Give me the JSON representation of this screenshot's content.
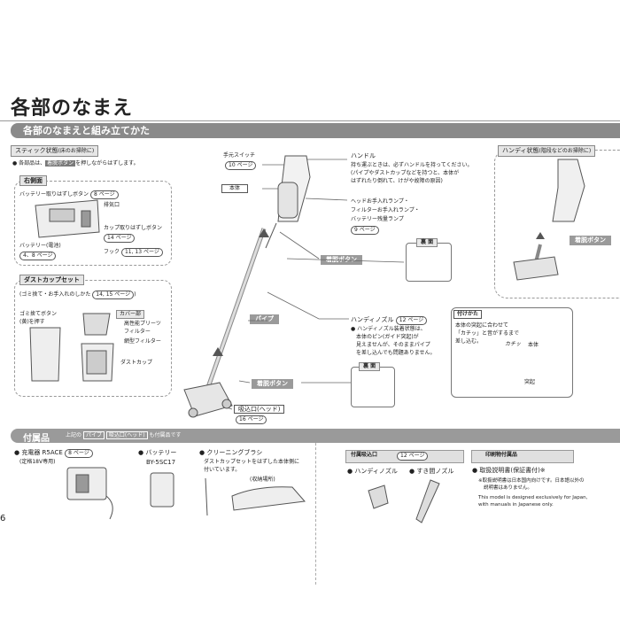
{
  "page_title": "各部のなまえ",
  "section1": {
    "heading": "各部のなまえと組み立てかた"
  },
  "stick": {
    "tab": "スティック状態",
    "tab_note": "(床のお掃除に)",
    "bullet_pre": "● 各部品は、",
    "bullet_btn": "着脱ボタン",
    "bullet_post": "を押しながらはずします。"
  },
  "right_side": {
    "tab": "右側面",
    "battery_release": "バッテリー取りはずしボタン",
    "battery_release_page": "8",
    "exhaust": "排気口",
    "cup_release": "カップ取りはずしボタン",
    "cup_release_page": "14",
    "battery": "バッテリー(電池)",
    "battery_pages": "4、8",
    "hook": "フック",
    "hook_pages": "11, 13"
  },
  "dust_cup": {
    "tab": "ダストカップセット",
    "note_pre": "(ゴミ捨て・お手入れのしかた",
    "note_pages": "14, 15",
    "note_post": ")",
    "gomi_button_line1": "ゴミ捨てボタン",
    "gomi_button_line2": "(黄)を押す",
    "cover": "カバー部",
    "filter_line1": "高性能プリーツ",
    "filter_line2": "フィルター",
    "mesh_filter": "網型フィルター",
    "dust_cup_label": "ダストカップ"
  },
  "main_labels": {
    "hand_switch": "手元スイッチ",
    "hand_switch_page": "10",
    "body": "本体",
    "handle": "ハンドル",
    "handle_desc1": "持ち運ぶときは、必ずハンドルを持ってください。",
    "handle_desc2": "(パイプやダストカップなどを持つと、本体が",
    "handle_desc3": "はずれたり倒れて、けがや故障の原因)",
    "lamp1": "ヘッドお手入れランプ・",
    "lamp2": "フィルターお手入れランプ・",
    "lamp3": "バッテリー残量ランプ",
    "lamp_page": "9",
    "release_button": "着脱ボタン",
    "back_side": "裏 面",
    "pipe": "パイプ",
    "handy_nozzle": "ハンディノズル",
    "handy_nozzle_page": "12",
    "nozzle_note1": "● ハンディノズル装着状態は、",
    "nozzle_note2": "本体のピン(ガイド突起)が",
    "nozzle_note3": "見えませんが、そのままパイプ",
    "nozzle_note4": "を差し込んでも問題ありません。",
    "release_button2": "着脱ボタン",
    "back_side2": "裏 面",
    "inlet_head": "吸込口(ヘッド)",
    "inlet_head_page": "16"
  },
  "attach": {
    "tab": "付けかた",
    "desc1": "本体の突起に合わせて",
    "desc2": "「カチッ」と音がするまで",
    "desc3": "差し込む。",
    "click": "カチッ",
    "body": "本体",
    "protrusion": "突起"
  },
  "handy": {
    "tab": "ハンディ状態",
    "tab_note": "(階段などのお掃除に)",
    "release_button": "着脱ボタン"
  },
  "accessories": {
    "heading": "付属品",
    "note_pre": "上記の",
    "tag1": "パイプ",
    "tag2": "吸込口(ヘッド)",
    "note_post": "も付属品です",
    "charger": "● 充電器 R5ACE",
    "charger_page": "8",
    "charger_note": "(定格18V専用)",
    "battery": "● バッテリー",
    "battery_model": "BY-5SC17",
    "brush": "● クリーニングブラシ",
    "brush_note1": "ダストカップセットをはずした本体側に",
    "brush_note2": "付いています。",
    "storage": "(収納場所)",
    "tool_tab": "付属吸込口",
    "tool_page": "12",
    "handy_nozzle": "● ハンディノズル",
    "crevice": "● すき間ノズル",
    "print_tab": "印刷物付属品",
    "manual": "● 取扱説明書(保証書付)",
    "manual_mark": "※",
    "jp_note1": "※取扱説明書は日本国内向けです。日本語以外の",
    "jp_note2": "説明書はありません。",
    "en_note1": "This model is designed exclusively for Japan,",
    "en_note2": "with manuals in Japanese only."
  },
  "page_suffix": "ページ",
  "page_number": "6"
}
